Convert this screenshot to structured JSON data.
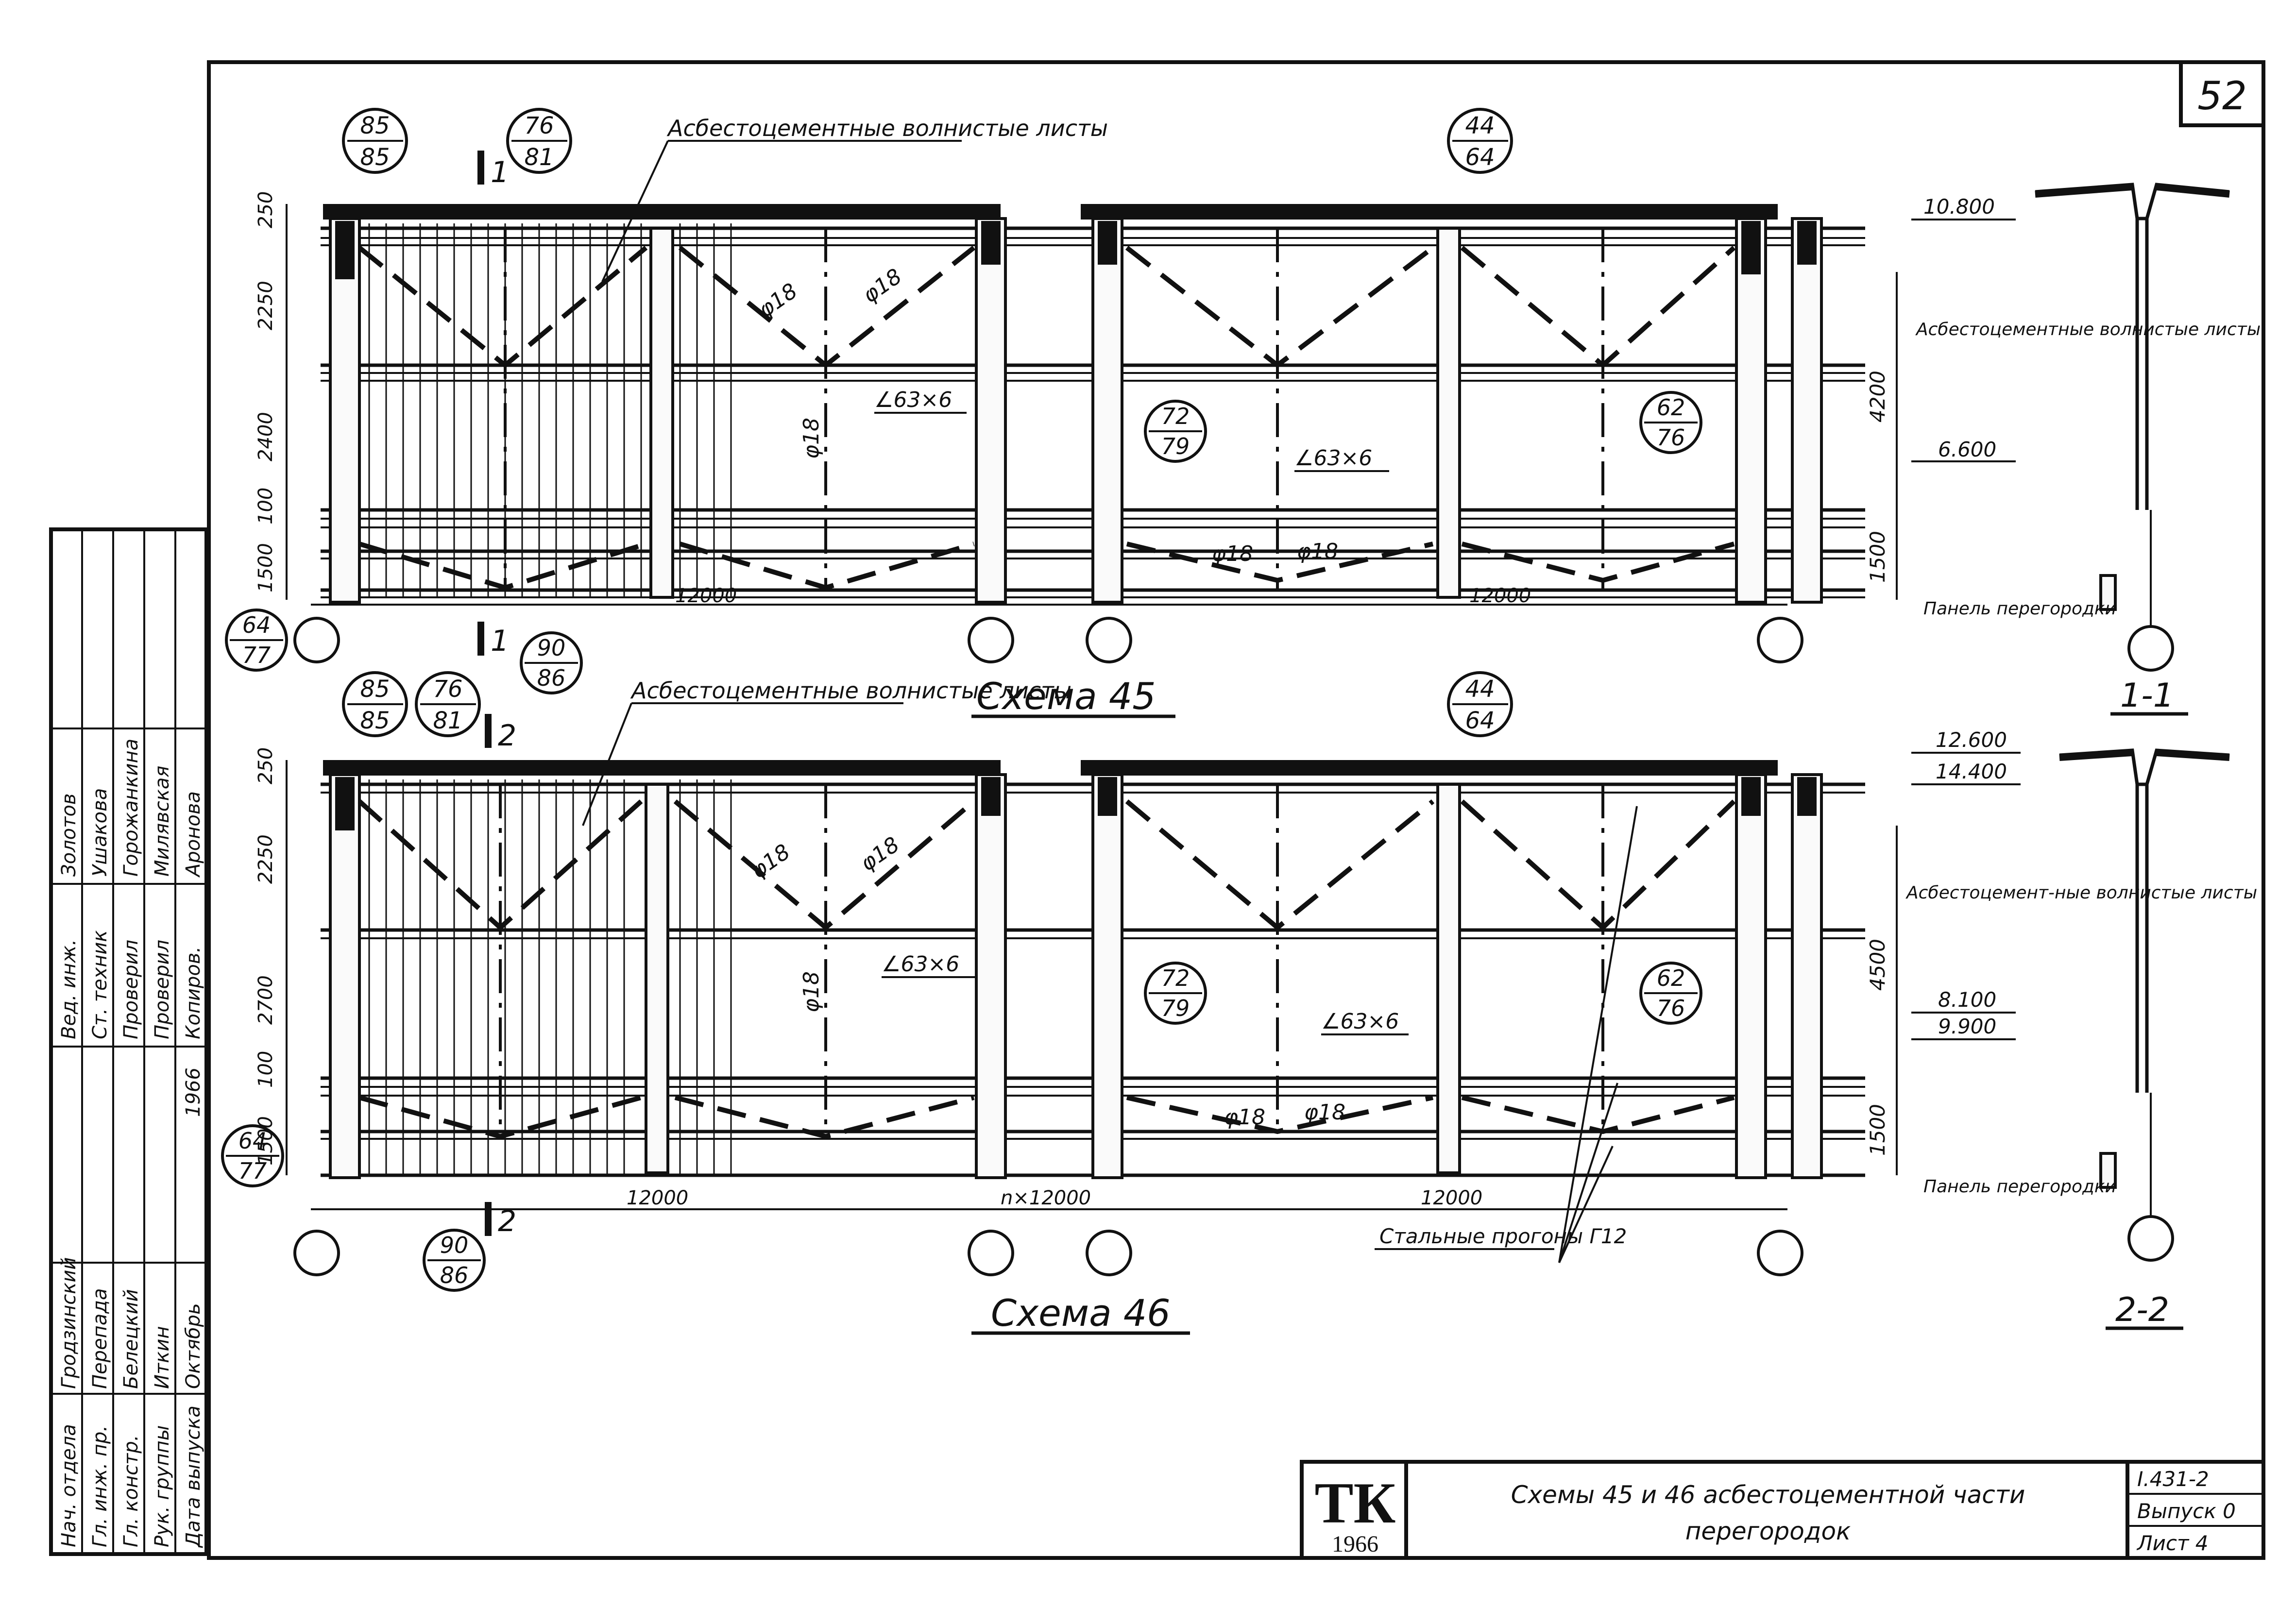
{
  "sheet_number": "52",
  "scheme45": {
    "title": "Схема 45",
    "sheets_note": "Асбестоцементные волнистые листы",
    "marks": {
      "a_top": "85",
      "a_bot": "85",
      "b_top": "76",
      "b_bot": "81",
      "c_top": "44",
      "c_bot": "64",
      "d_top": "72",
      "d_bot": "79",
      "e_top": "62",
      "e_bot": "76",
      "f_top": "64",
      "f_bot": "77",
      "g_top": "90",
      "g_bot": "86"
    },
    "rods": [
      "φ18",
      "φ18",
      "φ18",
      "φ18",
      "φ18"
    ],
    "angles": [
      "∠63×6",
      "∠63×6"
    ],
    "dims_left": [
      "250",
      "2250",
      "2400",
      "100",
      "1500"
    ],
    "dims_right": [
      "4200",
      "1500"
    ],
    "spans": [
      "12000",
      "12000"
    ],
    "section_mark": "1",
    "section_label": "1-1",
    "elev_top": "10.800",
    "elev_mid": "6.600",
    "section_sheets": "Асбестоцементные волнистые листы",
    "panel_label": "Панель перегородки"
  },
  "scheme46": {
    "title": "Схема 46",
    "sheets_note": "Асбестоцементные волнистые листы",
    "marks": {
      "a_top": "85",
      "a_bot": "85",
      "b_top": "76",
      "b_bot": "81",
      "c_top": "44",
      "c_bot": "64",
      "d_top": "72",
      "d_bot": "79",
      "e_top": "62",
      "e_bot": "76",
      "f_top": "64",
      "f_bot": "77",
      "g_top": "90",
      "g_bot": "86"
    },
    "rods": [
      "φ18",
      "φ18",
      "φ18",
      "φ18",
      "φ18"
    ],
    "angles": [
      "∠63×6",
      "∠63×6"
    ],
    "dims_left": [
      "250",
      "2250",
      "2700",
      "100",
      "1500"
    ],
    "dims_right": [
      "4500",
      "1500"
    ],
    "spans": [
      "12000",
      "n×12000",
      "12000"
    ],
    "section_mark": "2",
    "section_label": "2-2",
    "elev_top_a": "12.600",
    "elev_top_b": "14.400",
    "elev_mid_a": "8.100",
    "elev_mid_b": "9.900",
    "section_sheets": "Асбестоцемент-ные волнистые листы",
    "panel_label": "Панель перегородки",
    "purlins_label": "Стальные прогоны Г12"
  },
  "stamp": {
    "rows": [
      [
        "Нач. отдела",
        "Гродзинский",
        "",
        "Вед. инж.",
        "Золотов",
        ""
      ],
      [
        "Гл. инж. пр.",
        "Перепада",
        "",
        "Ст. техник",
        "Ушакова",
        ""
      ],
      [
        "Гл. констр.",
        "Белецкий",
        "",
        "Проверил",
        "Горожанкина",
        ""
      ],
      [
        "Рук. группы",
        "Иткин",
        "",
        "Проверил",
        "Милявская",
        ""
      ],
      [
        "Дата выпуска",
        "Октябрь",
        "1966",
        "Копиров.",
        "Аронова",
        ""
      ]
    ]
  },
  "title_block": {
    "logo": "ТК",
    "logo_year": "1966",
    "title_line1": "Схемы 45 и 46 асбестоцементной части",
    "title_line2": "перегородок",
    "series": "I.431-2",
    "issue": "Выпуск 0",
    "sheet": "Лист 4"
  }
}
